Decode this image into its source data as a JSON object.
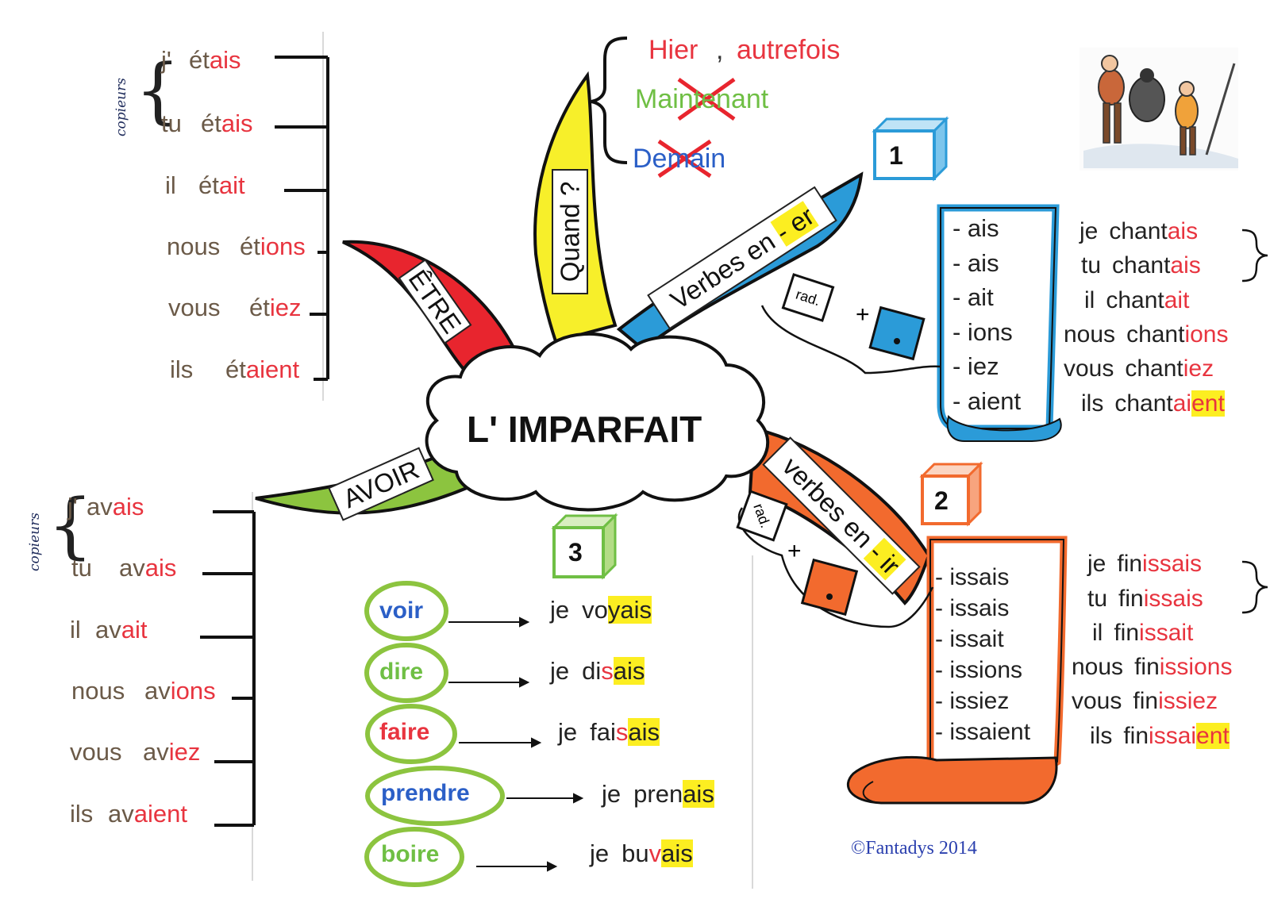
{
  "title": "L' IMPARFAIT",
  "colors": {
    "red_ending": "#e8343f",
    "highlight": "#fcee21",
    "etre_branch": "#e8252e",
    "quand_branch": "#f7ef2a",
    "er_branch": "#2b9bd8",
    "ir_branch": "#f26a2e",
    "avoir_branch": "#8cc43f",
    "verb_blue": "#2b5fc7",
    "verb_green": "#6fbf44",
    "verb_red": "#e8343f"
  },
  "quand": {
    "branch_label": "Quand ?",
    "hier": "Hier",
    "comma": ",",
    "autrefois": "autrefois",
    "maintenant": "Maintenant",
    "demain": "Demain"
  },
  "etre": {
    "branch_label": "ÊTRE",
    "note": "copieurs",
    "rows": [
      {
        "pronoun": "j'",
        "stem": "ét",
        "ending": "ais"
      },
      {
        "pronoun": "tu",
        "stem": "ét",
        "ending": "ais"
      },
      {
        "pronoun": "il",
        "stem": "ét",
        "ending": "ait"
      },
      {
        "pronoun": "nous",
        "stem": "ét",
        "ending": "ions"
      },
      {
        "pronoun": "vous",
        "stem": "ét",
        "ending": "iez"
      },
      {
        "pronoun": "ils",
        "stem": "ét",
        "ending": "aient"
      }
    ]
  },
  "avoir": {
    "branch_label": "AVOIR",
    "note": "copieurs",
    "rows": [
      {
        "pronoun": "j'",
        "stem": "av",
        "ending": "ais"
      },
      {
        "pronoun": "tu",
        "stem": "av",
        "ending": "ais"
      },
      {
        "pronoun": "il",
        "stem": "av",
        "ending": "ait"
      },
      {
        "pronoun": "nous",
        "stem": "av",
        "ending": "ions"
      },
      {
        "pronoun": "vous",
        "stem": "av",
        "ending": "iez"
      },
      {
        "pronoun": "ils",
        "stem": "av",
        "ending": "aient"
      }
    ]
  },
  "er": {
    "branch_label_pre": "Verbes  en ",
    "branch_label_hl": "- er",
    "cube": "1",
    "puzzle_label": "rad.",
    "plus": "+",
    "endings": [
      "- ais",
      "- ais",
      "- ait",
      "- ions",
      "- iez",
      "- aient"
    ],
    "rows": [
      {
        "pronoun": "je",
        "stem": "chant",
        "ending": "ais",
        "hl": ""
      },
      {
        "pronoun": "tu",
        "stem": "chant",
        "ending": "ais",
        "hl": ""
      },
      {
        "pronoun": "il",
        "stem": "chant",
        "ending": "ait",
        "hl": ""
      },
      {
        "pronoun": "nous",
        "stem": "chant",
        "ending": "ions",
        "hl": ""
      },
      {
        "pronoun": "vous",
        "stem": "chant",
        "ending": "iez",
        "hl": ""
      },
      {
        "pronoun": "ils",
        "stem": "chant",
        "ending": "ai",
        "hl": "ent"
      }
    ]
  },
  "ir": {
    "branch_label_pre": "verbes  en ",
    "branch_label_hl": "- ir",
    "cube": "2",
    "puzzle_label": "rad.",
    "plus": "+",
    "endings": [
      "- issais",
      "- issais",
      "- issait",
      "- issions",
      "- issiez",
      "- issaient"
    ],
    "rows": [
      {
        "pronoun": "je",
        "stem": "fin",
        "ending": "issais",
        "hl": ""
      },
      {
        "pronoun": "tu",
        "stem": "fin",
        "ending": "issais",
        "hl": ""
      },
      {
        "pronoun": "il",
        "stem": "fin",
        "ending": "issait",
        "hl": ""
      },
      {
        "pronoun": "nous",
        "stem": "fin",
        "ending": "issions",
        "hl": ""
      },
      {
        "pronoun": "vous",
        "stem": "fin",
        "ending": "issiez",
        "hl": ""
      },
      {
        "pronoun": "ils",
        "stem": "fin",
        "ending": "issai",
        "hl": "ent"
      }
    ]
  },
  "irregular": {
    "cube": "3",
    "rows": [
      {
        "inf": "voir",
        "color": "#2b5fc7",
        "pronoun": "je",
        "stem": "vo",
        "red": "",
        "yellow": "yais"
      },
      {
        "inf": "dire",
        "color": "#6fbf44",
        "pronoun": "je",
        "stem": "di",
        "red": "s",
        "yellow": "ais"
      },
      {
        "inf": "faire",
        "color": "#e8343f",
        "pronoun": "je",
        "stem": "fai",
        "red": "s",
        "yellow": "ais"
      },
      {
        "inf": "prendre",
        "color": "#2b5fc7",
        "pronoun": "je",
        "stem": "pren",
        "red": "",
        "yellow": "ais"
      },
      {
        "inf": "boire",
        "color": "#6fbf44",
        "pronoun": "je",
        "stem": "bu",
        "red": "v",
        "yellow": "ais"
      }
    ]
  },
  "copyright": "©Fantadys 2014"
}
